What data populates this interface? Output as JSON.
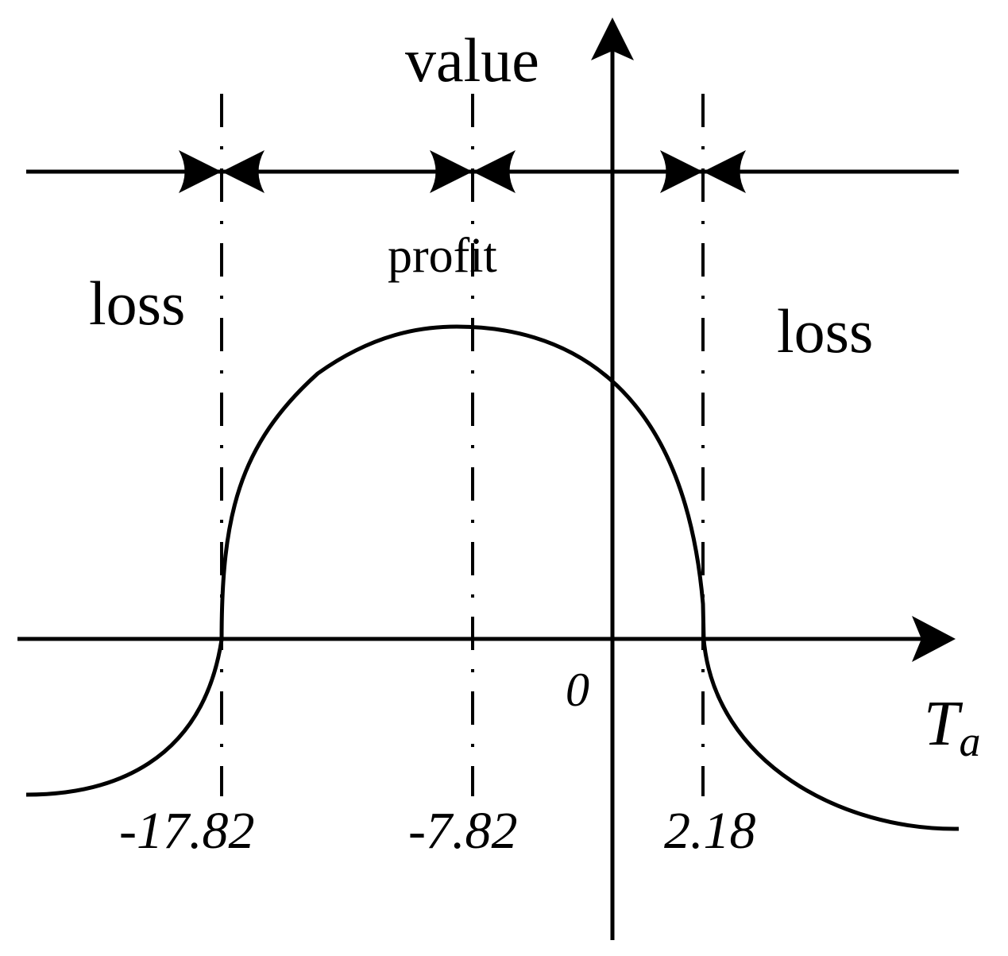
{
  "diagram": {
    "axes": {
      "y_label": "value",
      "x_label_main": "T",
      "x_label_sub": "a",
      "origin_label": "0"
    },
    "regions": {
      "left": "loss",
      "middle": "profit",
      "right": "loss"
    },
    "markers": [
      {
        "value": -17.82,
        "label": "-17.82"
      },
      {
        "value": -7.82,
        "label": "-7.82"
      },
      {
        "value": 2.18,
        "label": "2.18"
      }
    ],
    "colors": {
      "ink": "#000000",
      "background": "#ffffff"
    }
  }
}
